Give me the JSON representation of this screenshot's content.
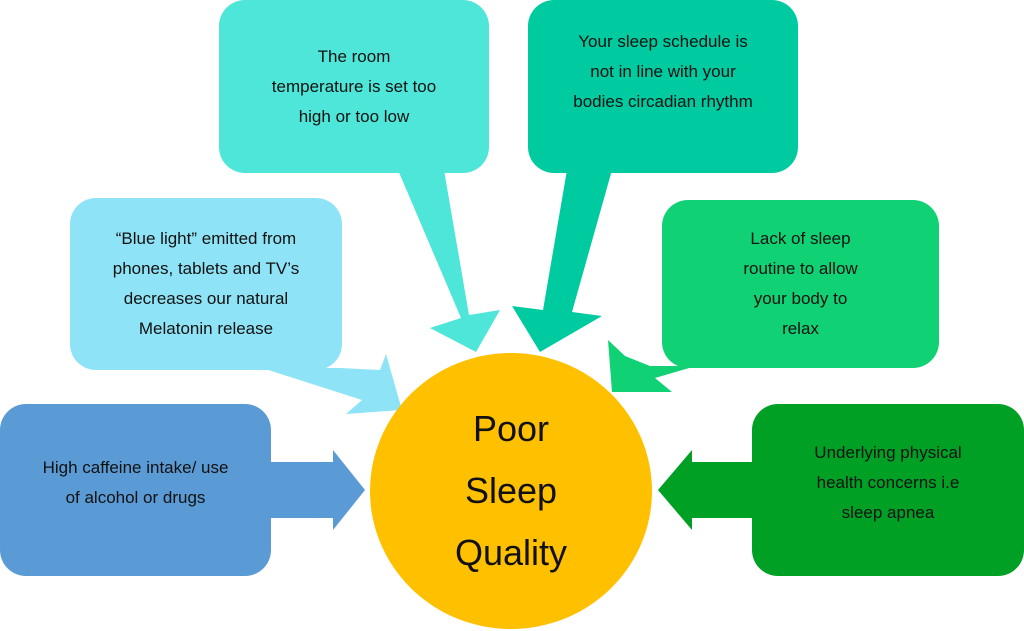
{
  "center": {
    "line1": "Poor",
    "line2": "Sleep",
    "line3": "Quality",
    "color": "#ffc000"
  },
  "causes": {
    "temperature": {
      "lines": [
        "The room",
        "temperature is set too",
        "high or too low"
      ],
      "color": "#4ee6d8"
    },
    "schedule": {
      "lines": [
        "Your sleep schedule is",
        "not in line with your",
        "bodies circadian rhythm"
      ],
      "color": "#00cba0"
    },
    "bluelight": {
      "lines": [
        "“Blue light” emitted from",
        "phones, tablets and TV’s",
        "decreases our natural",
        "Melatonin release"
      ],
      "color": "#8ee4f6"
    },
    "routine": {
      "lines": [
        "Lack of sleep",
        "routine to allow",
        "your body to",
        "relax"
      ],
      "color": "#11d175"
    },
    "caffeine": {
      "lines": [
        "High caffeine intake/ use",
        "of alcohol or drugs"
      ],
      "color": "#5b9bd5"
    },
    "health": {
      "lines": [
        "Underlying physical",
        "health concerns i.e",
        "sleep apnea"
      ],
      "color": "#00a025"
    }
  }
}
